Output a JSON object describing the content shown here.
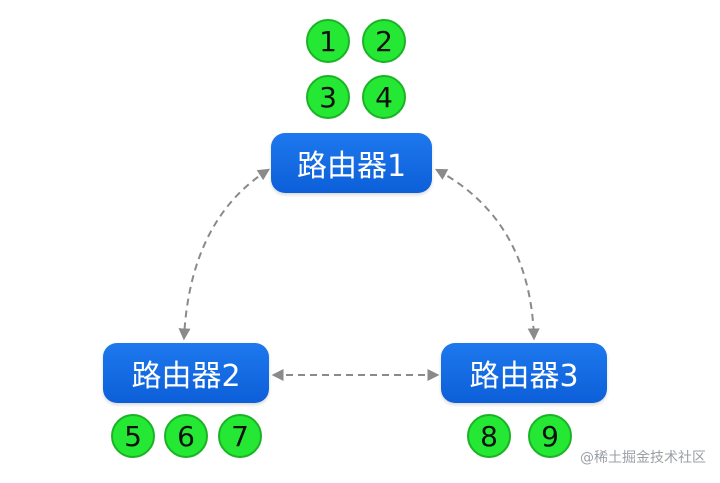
{
  "routers": [
    {
      "id": "r1",
      "label": "路由器1"
    },
    {
      "id": "r2",
      "label": "路由器2"
    },
    {
      "id": "r3",
      "label": "路由器3"
    }
  ],
  "nodes": [
    {
      "label": "1",
      "router": "路由器1"
    },
    {
      "label": "2",
      "router": "路由器1"
    },
    {
      "label": "3",
      "router": "路由器1"
    },
    {
      "label": "4",
      "router": "路由器1"
    },
    {
      "label": "5",
      "router": "路由器2"
    },
    {
      "label": "6",
      "router": "路由器2"
    },
    {
      "label": "7",
      "router": "路由器2"
    },
    {
      "label": "8",
      "router": "路由器3"
    },
    {
      "label": "9",
      "router": "路由器3"
    }
  ],
  "links": [
    {
      "from": "路由器1",
      "to": "路由器2",
      "bidirectional": true
    },
    {
      "from": "路由器1",
      "to": "路由器3",
      "bidirectional": true
    },
    {
      "from": "路由器2",
      "to": "路由器3",
      "bidirectional": true
    }
  ],
  "colors": {
    "router": "#1a6fe8",
    "node": "#25e834",
    "link": "#8a8a8a"
  },
  "watermark": "@稀土掘金技术社区"
}
